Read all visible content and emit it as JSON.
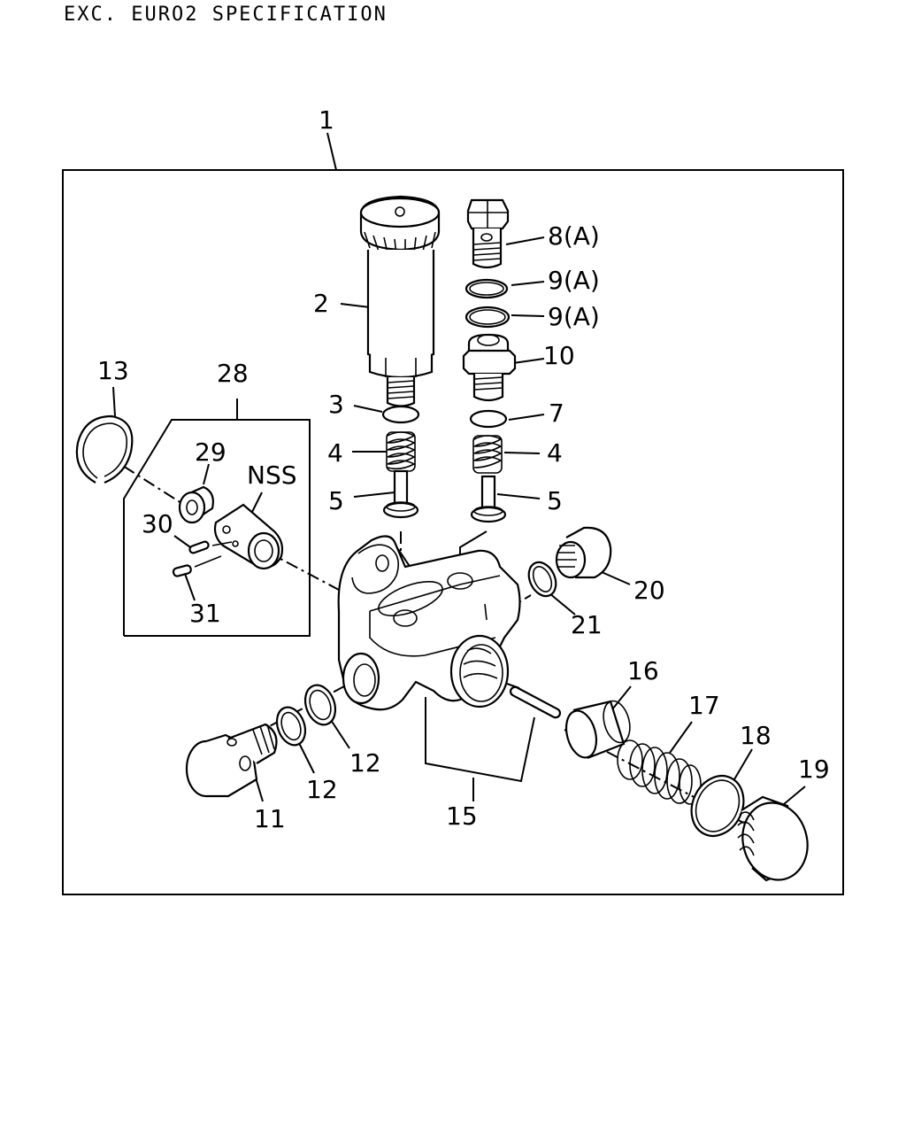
{
  "header": {
    "title": "EXC. EURO2 SPECIFICATION"
  },
  "callouts": {
    "c1": "1",
    "c2": "2",
    "c3": "3",
    "c4a": "4",
    "c4b": "4",
    "c5a": "5",
    "c5b": "5",
    "c7": "7",
    "c8": "8(A)",
    "c9a": "9(A)",
    "c9b": "9(A)",
    "c10": "10",
    "c11": "11",
    "c12a": "12",
    "c12b": "12",
    "c13": "13",
    "c15": "15",
    "c16": "16",
    "c17": "17",
    "c18": "18",
    "c19": "19",
    "c20": "20",
    "c21": "21",
    "c28": "28",
    "c29": "29",
    "c30": "30",
    "c31": "31",
    "nss": "NSS"
  }
}
